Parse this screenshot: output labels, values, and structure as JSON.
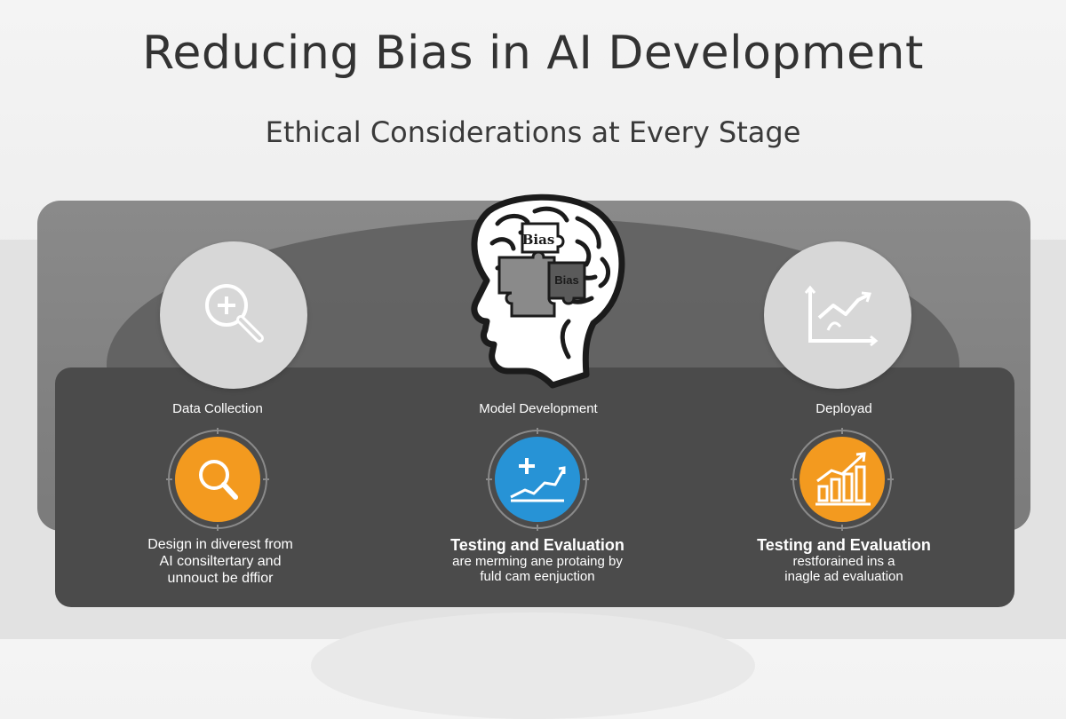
{
  "header": {
    "title": "Reducing Bias in AI Development",
    "subtitle": "Ethical Considerations at Every Stage"
  },
  "brain": {
    "label_top": "Bias",
    "label_piece": "Bias"
  },
  "stages": [
    {
      "label": "Data Collection",
      "icon": "magnifier-icon",
      "badge_color": "#f39a1f",
      "desc_lines": [
        "Design in diverest from",
        "AI consiltertary and",
        "unnouct be dffior"
      ]
    },
    {
      "label": "Model Development",
      "icon": "growth-chart-plus-icon",
      "badge_color": "#2793d6",
      "desc_head": "Testing and Evaluation",
      "desc_lines": [
        "are merming ane protaing by",
        "fuld cam eenjuction"
      ]
    },
    {
      "label": "Deployad",
      "icon": "bar-chart-arrow-icon",
      "badge_color": "#f39a1f",
      "desc_head": "Testing and Evaluation",
      "desc_lines": [
        "restforained ins a",
        "inagle ad evaluation"
      ]
    }
  ]
}
